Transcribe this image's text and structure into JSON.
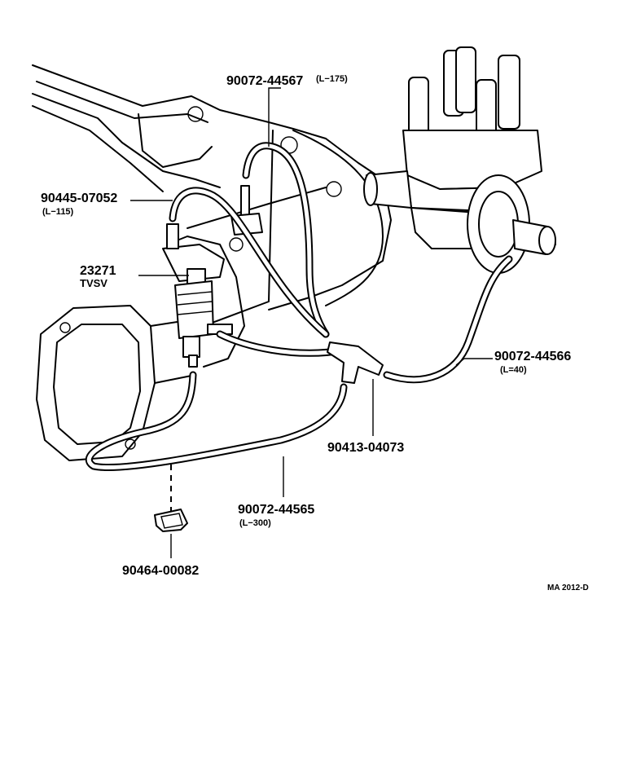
{
  "parts": [
    {
      "id": "hose_175",
      "number": "90072-44567",
      "note": "(L−175)"
    },
    {
      "id": "hose_115",
      "number": "90445-07052",
      "note": "(L−115)"
    },
    {
      "id": "tvsv",
      "number": "23271",
      "note": "TVSV"
    },
    {
      "id": "hose_40",
      "number": "90072-44566",
      "note": "(L=40)"
    },
    {
      "id": "connector",
      "number": "90413-04073",
      "note": ""
    },
    {
      "id": "hose_300",
      "number": "90072-44565",
      "note": "(L−300)"
    },
    {
      "id": "clamp",
      "number": "90464-00082",
      "note": ""
    }
  ],
  "figure_code": "MA  2012-D"
}
